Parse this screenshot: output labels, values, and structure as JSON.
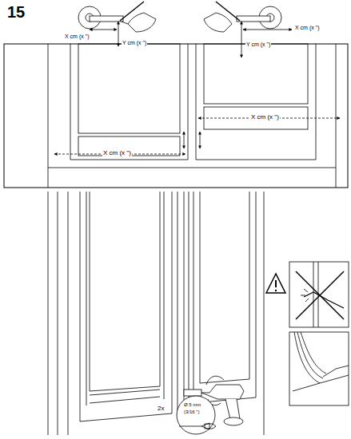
{
  "diagram": {
    "labels": [
      "15",
      "X cm (x \")",
      "Y cm (x \")",
      "X cm (x \")",
      "Y cm (x \")",
      "X cm (x \")",
      "X cm (x \")",
      "2x",
      "Ø 5 mm",
      "(3/16 \")"
    ]
  }
}
